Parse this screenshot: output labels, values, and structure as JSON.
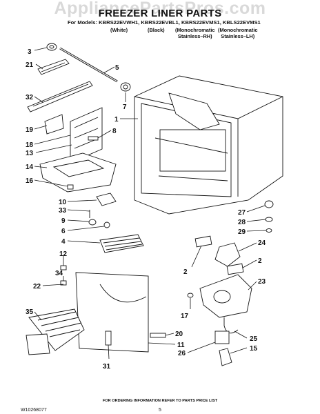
{
  "header": {
    "watermark": "AppliancePartsPros.com",
    "title": "FREEZER LINER PARTS",
    "models_line": "For Models: KBRS22EVWH1, KBRS22EVBL1, KBRS22EVMS1, KBLS22EVMS1",
    "variants": [
      "(White)",
      "(Black)",
      "(Monochromatic\nStainless–RH)",
      "(Monochromatic\nStainless–LH)"
    ]
  },
  "callouts": [
    "3",
    "21",
    "5",
    "32",
    "7",
    "19",
    "1",
    "8",
    "18",
    "13",
    "14",
    "16",
    "10",
    "33",
    "9",
    "6",
    "4",
    "27",
    "28",
    "29",
    "24",
    "2",
    "2",
    "12",
    "34",
    "23",
    "22",
    "17",
    "35",
    "25",
    "20",
    "11",
    "26",
    "15",
    "31"
  ],
  "footer": {
    "note": "FOR ORDERING INFORMATION REFER TO PARTS PRICE LIST",
    "doc_number": "W10268077",
    "page_number": "5"
  }
}
